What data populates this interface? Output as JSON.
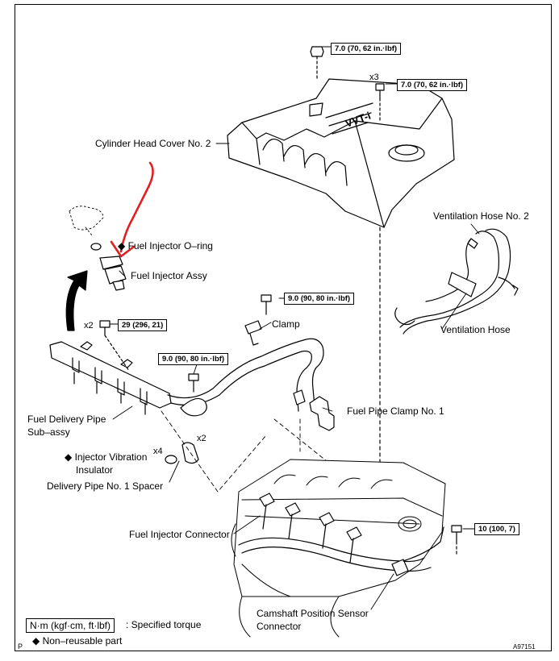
{
  "torque_specs": {
    "t1": "7.0 (70, 62 in.·lbf)",
    "t2": "7.0 (70, 62 in.·lbf)",
    "t3": "9.0 (90, 80 in.·lbf)",
    "t4": "29 (296, 21)",
    "t5": "9.0 (90, 80 in.·lbf)",
    "t6": "10 (100, 7)"
  },
  "quantities": {
    "q_x3": "x3",
    "q_x2_pipe": "x2",
    "q_x4": "x4",
    "q_x2_spacer": "x2"
  },
  "labels": {
    "cylinder_head_cover": "Cylinder Head Cover No. 2",
    "ventilation_hose_2": "Ventilation Hose No. 2",
    "ventilation_hose": "Ventilation Hose",
    "fuel_injector_oring": "Fuel Injector O–ring",
    "fuel_injector_assy": "Fuel Injector Assy",
    "clamp": "Clamp",
    "fuel_pipe_clamp": "Fuel Pipe Clamp No. 1",
    "fuel_delivery_pipe_1": "Fuel Delivery Pipe",
    "fuel_delivery_pipe_2": "Sub–assy",
    "injector_vib_1": "Injector Vibration",
    "injector_vib_2": "Insulator",
    "spacer": "Delivery Pipe No. 1 Spacer",
    "injector_connector": "Fuel Injector Connector",
    "cam_sensor_1": "Camshaft Position Sensor",
    "cam_sensor_2": "Connector",
    "cover_text": "VVT-i"
  },
  "legend": {
    "torque_unit": "N·m (kgf·cm, ft·lbf)",
    "torque_desc": ": Specified torque",
    "nonreusable_symbol": "◆",
    "nonreusable_desc": "Non–reusable part"
  },
  "corner": {
    "left": "P",
    "right": "A97151"
  },
  "colors": {
    "ink": "#000000",
    "annotation": "#e02020"
  }
}
